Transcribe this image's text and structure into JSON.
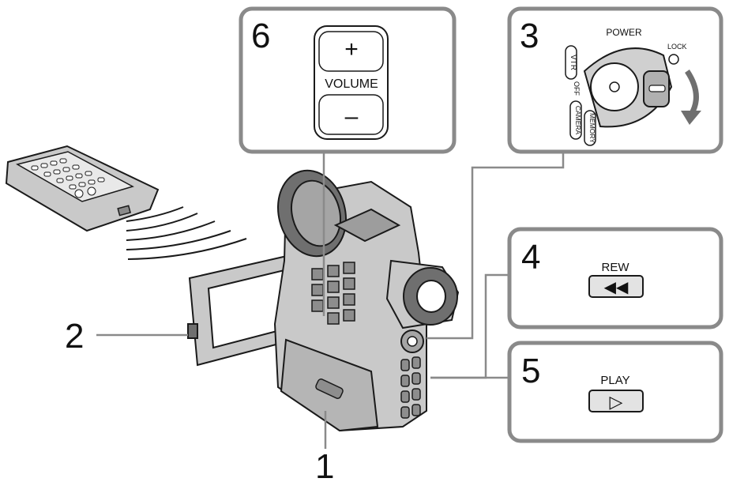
{
  "callouts": {
    "n1": "1",
    "n2": "2",
    "n3": "3",
    "n4": "4",
    "n5": "5",
    "n6": "6"
  },
  "panel_volume": {
    "plus": "+",
    "label": "VOLUME",
    "minus": "–"
  },
  "panel_power": {
    "power": "POWER",
    "lock": "LOCK",
    "vtr": "VTR",
    "off": "OFF",
    "camera": "CAMERA",
    "memory": "MEMORY"
  },
  "panel_rew": {
    "label": "REW",
    "symbol": "◀◀"
  },
  "panel_play": {
    "label": "PLAY",
    "symbol": "▷"
  }
}
